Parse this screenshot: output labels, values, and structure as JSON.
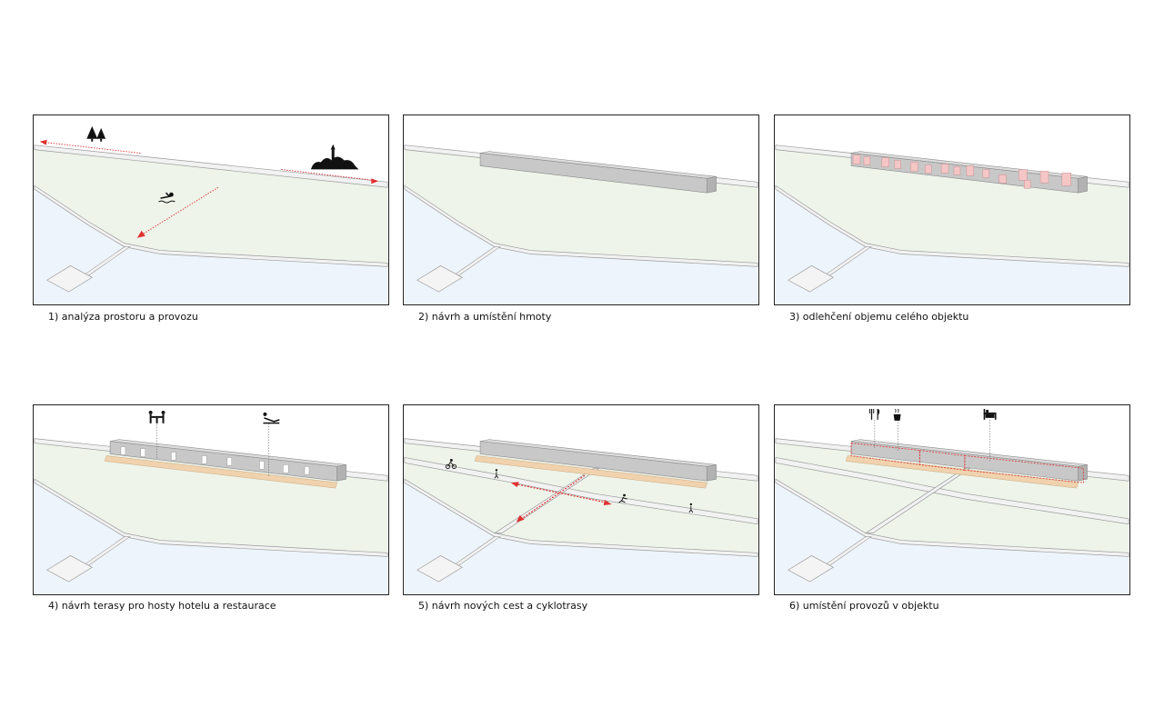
{
  "colors": {
    "land": "#eef4ea",
    "water": "#eef4fb",
    "path": "#f2f2f2",
    "edge": "#9a9a9a",
    "mass": "#c8c8c8",
    "accent": "#e03030",
    "pink": "#f5c6c6",
    "terrace": "#f0d3ae"
  },
  "icons": {
    "p1": [
      "trees-icon",
      "swimmer-icon",
      "town-icon"
    ],
    "p4": [
      "dining-icon",
      "sunbed-icon"
    ],
    "p5": [
      "cyclist-icon",
      "walker-icon",
      "runner-icon"
    ],
    "p6": [
      "restaurant-icon",
      "cafe-icon",
      "bed-icon"
    ]
  },
  "captions": [
    "1) analýza prostoru a provozu",
    "2) návrh a umístění hmoty",
    "3) odlehčení objemu celého objektu",
    "4) návrh terasy pro hosty hotelu a restaurace",
    "5) návrh nových cest a cyklotrasy",
    "6) umístění provozů v objektu"
  ]
}
